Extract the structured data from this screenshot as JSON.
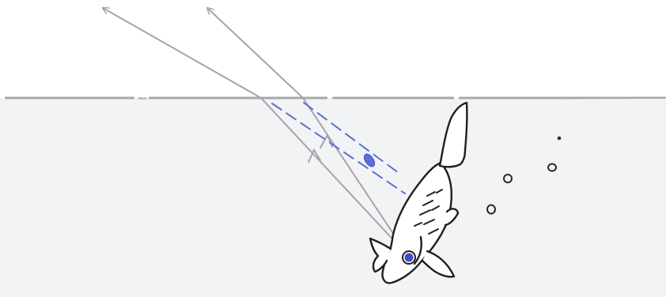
{
  "diagram": {
    "subject": "refraction-fish-eye",
    "colors": {
      "sky": "#ffffff",
      "water": "#f2f3f5",
      "surface_line": "#a6a8ab",
      "light_ray": "#a3a5a8",
      "apparent_ray": "#5b6fd6",
      "fish_outline": "#1f1f1f",
      "fish_eye": "#3f4fc4",
      "bubble": "#2a2a2a"
    },
    "elements": [
      "water-surface",
      "light-ray-left",
      "light-ray-right",
      "apparent-ray-left",
      "apparent-ray-right",
      "apparent-image-point",
      "fish",
      "fish-eye",
      "air-bubbles"
    ]
  }
}
